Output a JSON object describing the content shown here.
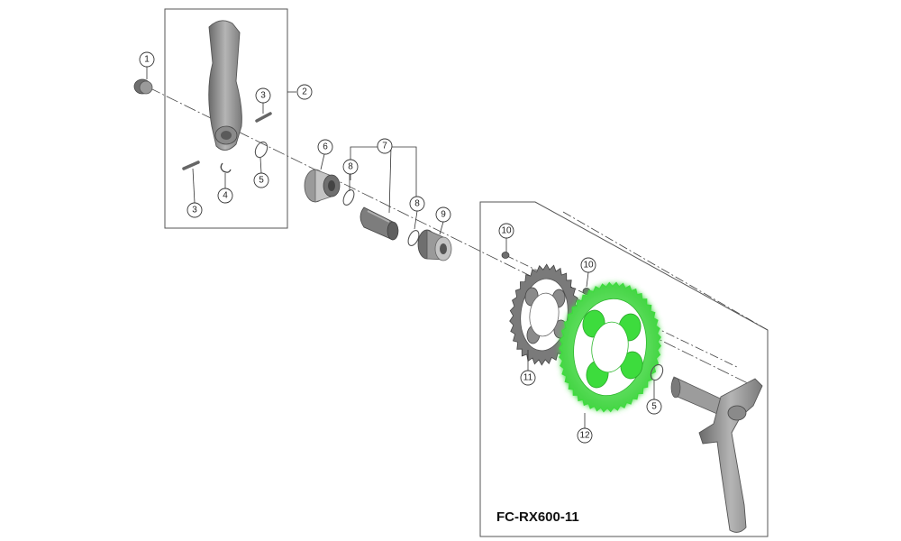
{
  "callouts": {
    "c1": "1",
    "c2": "2",
    "c3a": "3",
    "c3b": "3",
    "c4": "4",
    "c5a": "5",
    "c6": "6",
    "c7": "7",
    "c8a": "8",
    "c8b": "8",
    "c9": "9",
    "c10a": "10",
    "c10b": "10",
    "c11": "11",
    "c12": "12",
    "c5b": "5"
  },
  "model_label": "FC-RX600-11",
  "highlight_color": "#3ddc3d"
}
